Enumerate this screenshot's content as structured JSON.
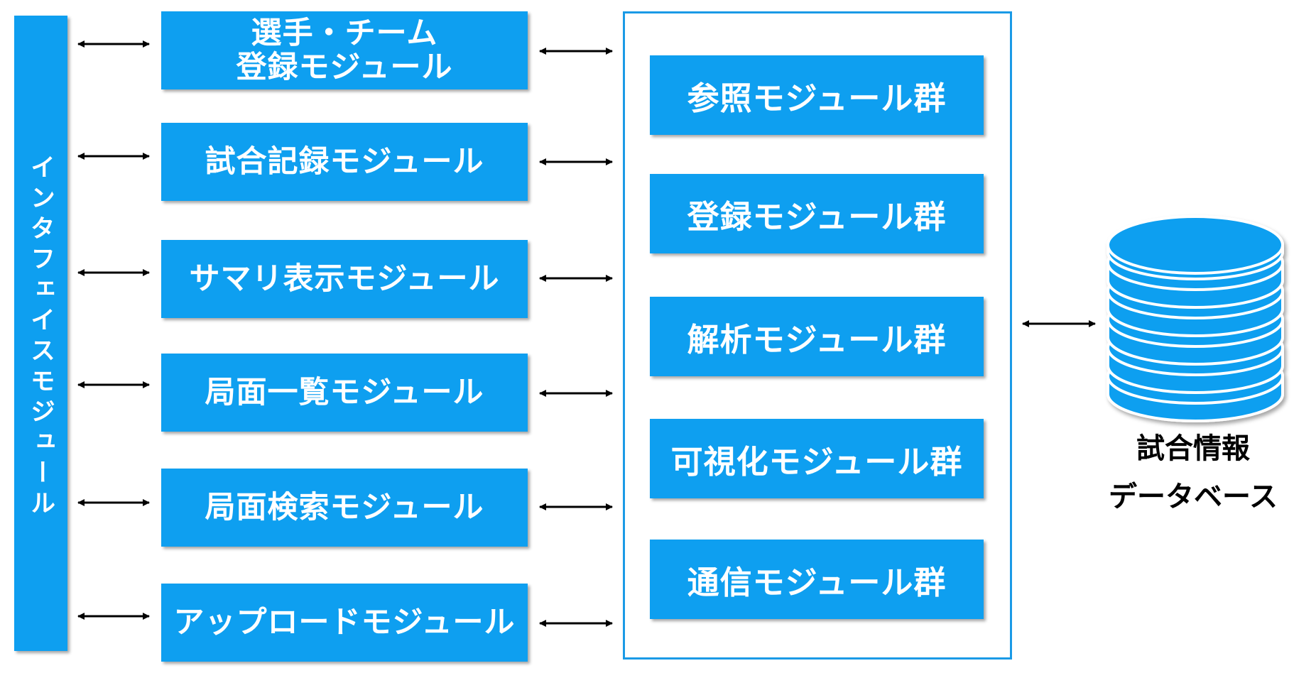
{
  "interface": {
    "label": "インタフェイスモジュール"
  },
  "modules": [
    {
      "label": "選手・チーム\n登録モジュール"
    },
    {
      "label": "試合記録モジュール"
    },
    {
      "label": "サマリ表示モジュール"
    },
    {
      "label": "局面一覧モジュール"
    },
    {
      "label": "局面検索モジュール"
    },
    {
      "label": "アップロードモジュール"
    }
  ],
  "groups": [
    {
      "label": "参照モジュール群"
    },
    {
      "label": "登録モジュール群"
    },
    {
      "label": "解析モジュール群"
    },
    {
      "label": "可視化モジュール群"
    },
    {
      "label": "通信モジュール群"
    }
  ],
  "database": {
    "line1": "試合情報",
    "line2": "データベース"
  },
  "colors": {
    "box": "#0e9ff0",
    "frame": "#1a9ae6",
    "db": "#0e9ff0"
  }
}
